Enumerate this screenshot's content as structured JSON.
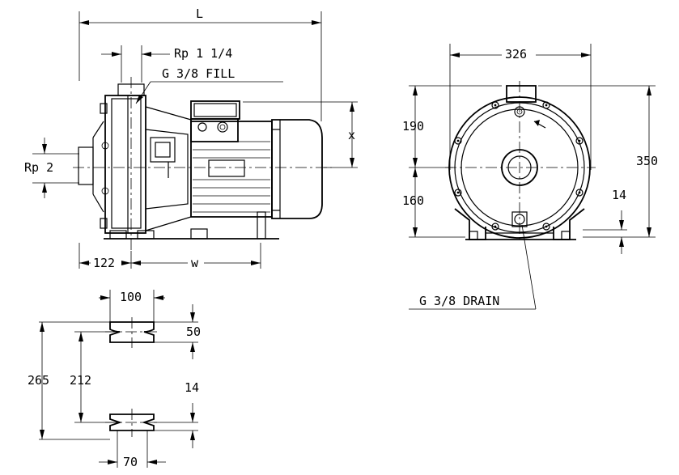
{
  "colors": {
    "background": "#ffffff",
    "ink": "#000000"
  },
  "side_view": {
    "overall_length": "L",
    "inlet_thread": "Rp 1 1/4",
    "fill_plug": "G 3/8  FILL",
    "suction_thread": "Rp 2",
    "x_label": "x",
    "dim_122": "122",
    "w_label": "w"
  },
  "front_view": {
    "width_326": "326",
    "height_190": "190",
    "height_160": "160",
    "height_350": "350",
    "foot_14": "14",
    "drain_plug": "G 3/8  DRAIN"
  },
  "feet_detail": {
    "dim_100": "100",
    "dim_50": "50",
    "dim_265": "265",
    "dim_212": "212",
    "dim_14": "14",
    "dim_70": "70"
  }
}
